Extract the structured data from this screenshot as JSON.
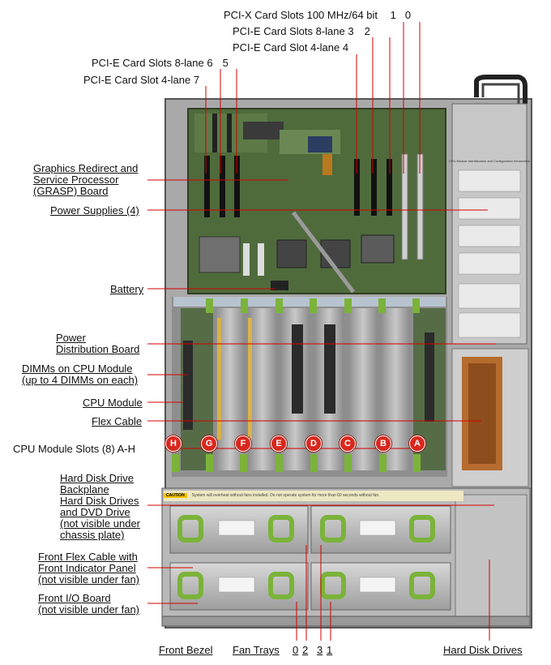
{
  "labels": {
    "pcix_slots": "PCI-X Card Slots 100 MHz/64 bit",
    "pcix_n1": "1",
    "pcix_n0": "0",
    "pcie_8lane_32": "PCI-E Card Slots 8-lane",
    "pcie8_n3": "3",
    "pcie8_n2": "2",
    "pcie_4lane_4": "PCI-E Card Slot 4-lane 4",
    "pcie_8lane_65": "PCI-E Card Slots 8-lane",
    "pcie8_n6": "6",
    "pcie8_n5": "5",
    "pcie_4lane_7": "PCI-E Card Slot 4-lane 7",
    "grasp_line1": "Graphics Redirect and",
    "grasp_line2": "Service Processor",
    "grasp_line3": "(GRASP) Board",
    "power_supplies": "Power Supplies (4)",
    "battery": "Battery",
    "pdb_line1": "Power",
    "pdb_line2": "Distribution Board",
    "dimms_line1": "DIMMs on CPU Module",
    "dimms_line2": "(up to 4 DIMMs on each)",
    "cpu_module": "CPU Module",
    "flex_cable": "Flex Cable",
    "cpu_slots": "CPU Module Slots (8) A-H",
    "hdd_backplane_line1": "Hard Disk Drive",
    "hdd_backplane_line2": "Backplane",
    "hdd_dvd_line1": "Hard Disk Drives",
    "hdd_dvd_line2": "and DVD Drive",
    "hdd_dvd_line3": "(not visible under",
    "hdd_dvd_line4": "chassis plate)",
    "front_flex_line1": "Front Flex Cable with",
    "front_flex_line2": "Front Indicator Panel",
    "front_flex_line3": "(not visible under fan)",
    "front_io_line1": "Front I/O Board",
    "front_io_line2": "(not visible under fan)",
    "front_bezel": "Front Bezel",
    "fan_trays": "Fan Trays",
    "fan_n0": "0",
    "fan_n2": "2",
    "fan_n3": "3",
    "fan_n1": "1",
    "hard_disk_drives": "Hard Disk Drives"
  },
  "cpu_slot_letters": [
    "H",
    "G",
    "F",
    "E",
    "D",
    "C",
    "B",
    "A"
  ],
  "chassis_labels": {
    "caution_tag": "CAUTION",
    "caution_text": "System will overheat without fans installed. Do not operate system for more than 60 seconds without fan.",
    "cpu_id_title": "CPU Module Identification and Configuration Information"
  },
  "colors": {
    "callout_line": "#d40000",
    "slot_badge": "#d9281e",
    "board_green": "#4f6b3c",
    "fan_green": "#7bb33a"
  }
}
